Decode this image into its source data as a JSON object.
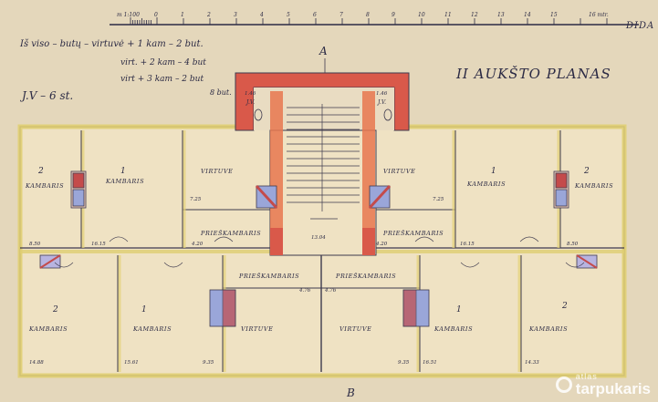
{
  "scale_bar": {
    "ticks": [
      "m 1:100",
      "0",
      "1",
      "2",
      "3",
      "4",
      "5",
      "6",
      "7",
      "8",
      "9",
      "10",
      "11",
      "12",
      "13",
      "14",
      "15",
      "16 mtr."
    ],
    "label": "DIDA"
  },
  "legend": {
    "line1": "Iš viso – butų – virtuvė + 1 kam – 2 but.",
    "line2": "virt. + 2 kam – 4 but",
    "line3": "virt + 3 kam – 2 but",
    "total": "8 but."
  },
  "title": "II AUKŠTO PLANAS",
  "stamp_left": "J.V – 6 st.",
  "axis": {
    "top": "A",
    "bottom": "B"
  },
  "stair_label_left": "J.V.",
  "stair_label_right": "J.V.",
  "rooms": {
    "r1": "KAMBARIS",
    "r2": "KAMBARIS",
    "r3": "VIRTUVE",
    "r4": "VIRTUVE",
    "r5": "KAMBARIS",
    "r6": "KAMBARIS",
    "r7": "PRIEŠKAMBARIS",
    "r8": "PRIEŠKAMBARIS",
    "r9": "PRIEŠKAMBARIS",
    "r10": "PRIEŠKAMBARIS",
    "r11": "KAMBARIS",
    "r12": "KAMBARIS",
    "r13": "VIRTUVE",
    "r14": "VIRTUVE",
    "r15": "KAMBARIS",
    "r16": "KAMBARIS"
  },
  "room_numbers": [
    "2",
    "1",
    "1",
    "2",
    "2",
    "1",
    "1",
    "2"
  ],
  "areas": [
    "8.50",
    "16.15",
    "4.20",
    "13.04",
    "4.20",
    "16.15",
    "8.50",
    "7.25",
    "7.25",
    "4.76",
    "4.76",
    "14.88",
    "15.61",
    "9.35",
    "9.35",
    "16.51",
    "14.33",
    "1.46",
    "1.46"
  ],
  "watermark": {
    "top": "atlas",
    "main": "tarpukaris"
  }
}
